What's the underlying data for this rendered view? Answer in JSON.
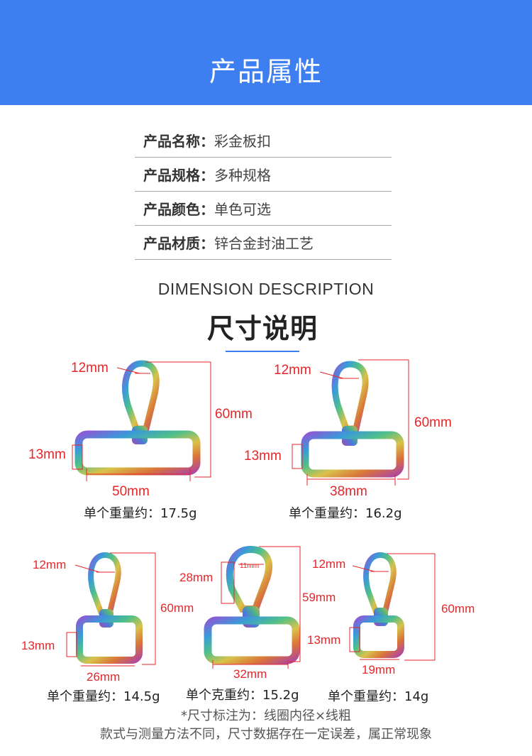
{
  "header": {
    "title": "产品属性",
    "background": "#3d7ff0"
  },
  "properties": [
    {
      "key": "产品名称：",
      "value": "彩金板扣"
    },
    {
      "key": "产品规格：",
      "value": "多种规格"
    },
    {
      "key": "产品颜色：",
      "value": "单色可选"
    },
    {
      "key": "产品材质：",
      "value": "锌合金封油工艺"
    }
  ],
  "dimension": {
    "title_en": "DIMENSION DESCRIPTION",
    "title_cn": "尺寸说明"
  },
  "annotation_color": "#e5262a",
  "products": [
    {
      "labels": [
        "12mm",
        "60mm",
        "13mm",
        "50mm"
      ],
      "weight": "单个重量约：17.5g"
    },
    {
      "labels": [
        "12mm",
        "60mm",
        "13mm",
        "38mm"
      ],
      "weight": "单个重量约：16.2g"
    },
    {
      "labels": [
        "12mm",
        "60mm",
        "13mm",
        "26mm"
      ],
      "weight": "单个重量约：14.5g"
    },
    {
      "labels": [
        "28mm",
        "11mm",
        "59mm",
        "32mm"
      ],
      "weight": "单个克重约：15.2g"
    },
    {
      "labels": [
        "12mm",
        "60mm",
        "13mm",
        "19mm"
      ],
      "weight": "单个重量约：14g"
    }
  ],
  "notes": {
    "line1": "*尺寸标注为：线圈内径×线粗",
    "line2": "款式与测量方法不同，尺寸数据存在一定误差，属正常现象"
  }
}
